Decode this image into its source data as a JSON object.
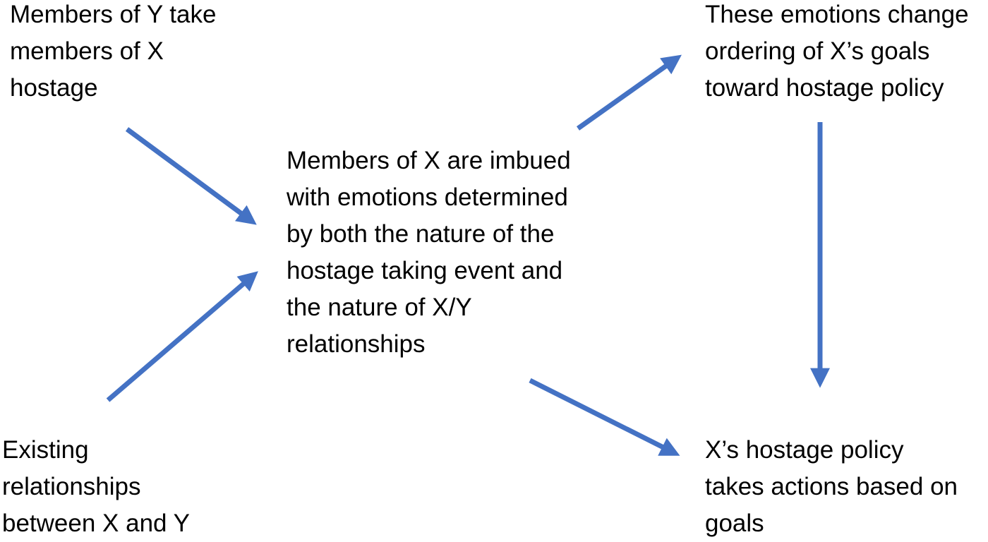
{
  "colors": {
    "arrow": "#4472C4",
    "text": "#000000",
    "background": "#ffffff"
  },
  "nodes": {
    "hostage_taking": {
      "lines": [
        "Members of Y take",
        "members of X",
        "hostage"
      ]
    },
    "existing_relationships": {
      "lines": [
        "Existing",
        "relationships",
        "between X and Y"
      ]
    },
    "emotions": {
      "lines": [
        "Members of X are imbued",
        "with emotions determined",
        "by both the nature of the",
        "hostage taking event and",
        "the nature of X/Y",
        "relationships"
      ]
    },
    "goals_reordering": {
      "lines": [
        "These emotions change",
        "ordering of X’s goals",
        "toward hostage policy"
      ]
    },
    "policy_actions": {
      "lines": [
        "X’s hostage policy",
        "takes actions based on",
        "goals"
      ]
    }
  },
  "edges": [
    {
      "from": "hostage_taking",
      "to": "emotions"
    },
    {
      "from": "existing_relationships",
      "to": "emotions"
    },
    {
      "from": "emotions",
      "to": "goals_reordering"
    },
    {
      "from": "goals_reordering",
      "to": "policy_actions"
    },
    {
      "from": "emotions",
      "to": "policy_actions"
    }
  ]
}
